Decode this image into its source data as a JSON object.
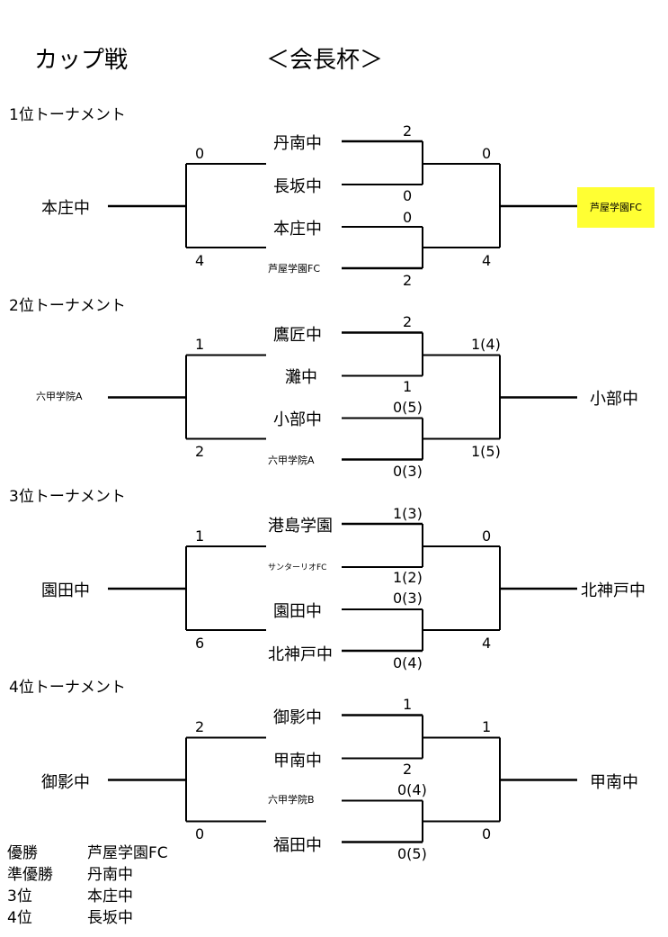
{
  "title": "カップ戦",
  "subtitle": "＜会長杯＞",
  "tournaments": [
    {
      "heading": "1位トーナメント",
      "left_team": "本庄中",
      "right_team": "芦屋学園FC",
      "teams": [
        "丹南中",
        "長坂中",
        "本庄中",
        "芦屋学園FC"
      ],
      "first_round_scores": [
        "2",
        "0",
        "0",
        "2"
      ],
      "second_round_right_scores": [
        "0",
        "4"
      ],
      "second_round_left_scores": [
        "0",
        "4"
      ]
    },
    {
      "heading": "2位トーナメント",
      "left_team": "六甲学院A",
      "right_team": "小部中",
      "teams": [
        "鷹匠中",
        "灘中",
        "小部中",
        "六甲学院A"
      ],
      "first_round_scores": [
        "2",
        "1",
        "0(5)",
        "0(3)"
      ],
      "second_round_right_scores": [
        "1(4)",
        "1(5)"
      ],
      "second_round_left_scores": [
        "1",
        "2"
      ]
    },
    {
      "heading": "3位トーナメント",
      "left_team": "園田中",
      "right_team": "北神戸中",
      "teams": [
        "港島学園",
        "サンターリオFC",
        "園田中",
        "北神戸中"
      ],
      "first_round_scores": [
        "1(3)",
        "1(2)",
        "0(3)",
        "0(4)"
      ],
      "second_round_right_scores": [
        "0",
        "4"
      ],
      "second_round_left_scores": [
        "1",
        "6"
      ]
    },
    {
      "heading": "4位トーナメント",
      "left_team": "御影中",
      "right_team": "甲南中",
      "teams": [
        "御影中",
        "甲南中",
        "六甲学院B",
        "福田中"
      ],
      "first_round_scores": [
        "1",
        "2",
        "0(4)",
        "0(5)"
      ],
      "second_round_right_scores": [
        "1",
        "0"
      ],
      "second_round_left_scores": [
        "2",
        "0"
      ]
    }
  ],
  "results": [
    {
      "rank": "優勝",
      "team": "芦屋学園FC"
    },
    {
      "rank": "準優勝",
      "team": "丹南中"
    },
    {
      "rank": "3位",
      "team": "本庄中"
    },
    {
      "rank": "4位",
      "team": "長坂中"
    }
  ]
}
